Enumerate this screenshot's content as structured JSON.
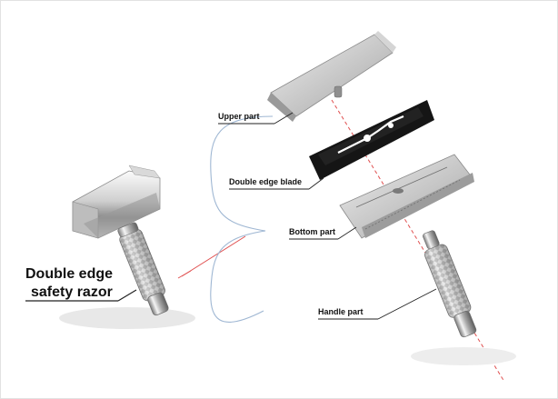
{
  "diagram": {
    "main_label_line1": "Double edge",
    "main_label_line2": "safety razor",
    "parts": {
      "upper": "Upper part",
      "blade": "Double edge blade",
      "bottom": "Bottom part",
      "handle": "Handle part"
    }
  },
  "colors": {
    "metal_light": "#f2f2f2",
    "metal_mid": "#b8b8b8",
    "metal_dark": "#6e6e6e",
    "blade": "#151515",
    "guide_line": "#e05050",
    "bracket": "#9fb7d3",
    "leader": "#222222"
  }
}
